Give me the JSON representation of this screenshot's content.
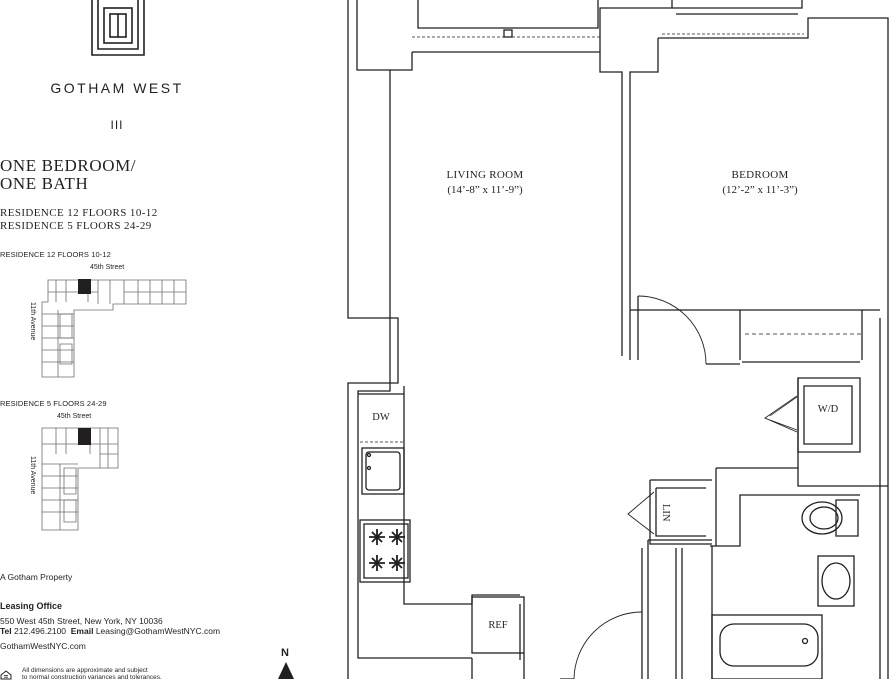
{
  "brand": {
    "name": "GOTHAM WEST",
    "roman": "III"
  },
  "unit": {
    "type_line1": "ONE BEDROOM/",
    "type_line2": "ONE BATH",
    "residence_line1": "RESIDENCE 12 FLOORS 10-12",
    "residence_line2": "RESIDENCE 5 FLOORS 24-29"
  },
  "key_plans": [
    {
      "label": "RESIDENCE 12 FLOORS 10-12",
      "street": "45th Street",
      "avenue": "11th Avenue"
    },
    {
      "label": "RESIDENCE 5 FLOORS 24-29",
      "street": "45th Street",
      "avenue": "11th Avenue"
    }
  ],
  "company": "A Gotham Property",
  "leasing": {
    "title": "Leasing Office",
    "address": "550 West 45th Street, New York, NY 10036",
    "phone_label": "Tel",
    "phone": "212.496.2100",
    "email_label": "Email",
    "email": "Leasing@GothamWestNYC.com",
    "website": "GothamWestNYC.com"
  },
  "disclaimer": {
    "line1": "All dimensions are approximate and subject",
    "line2": "to normal construction variances and tolerances."
  },
  "compass": "N",
  "plan": {
    "living_room": {
      "name": "LIVING ROOM",
      "dims": "(14’-8” x 11’-9”)"
    },
    "bedroom": {
      "name": "BEDROOM",
      "dims": "(12’-2” x 11’-3”)"
    },
    "dw": "DW",
    "wd": "W/D",
    "lin": "LIN",
    "ref": "REF"
  }
}
